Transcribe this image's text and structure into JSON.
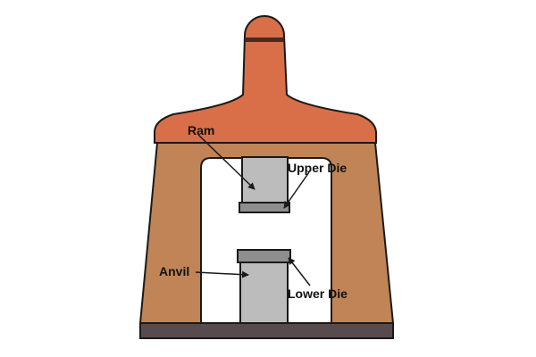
{
  "labels": {
    "ram": "Ram",
    "upper_die": "Upper Die",
    "anvil": "Anvil",
    "lower_die": "Lower Die"
  },
  "colors": {
    "head_orange": "#D86F48",
    "frame_brown": "#C08456",
    "base_dark": "#574B4D",
    "steel_gray": "#BCBCBC",
    "die_gray": "#8E8E8E",
    "outline": "#1a1a1a"
  }
}
